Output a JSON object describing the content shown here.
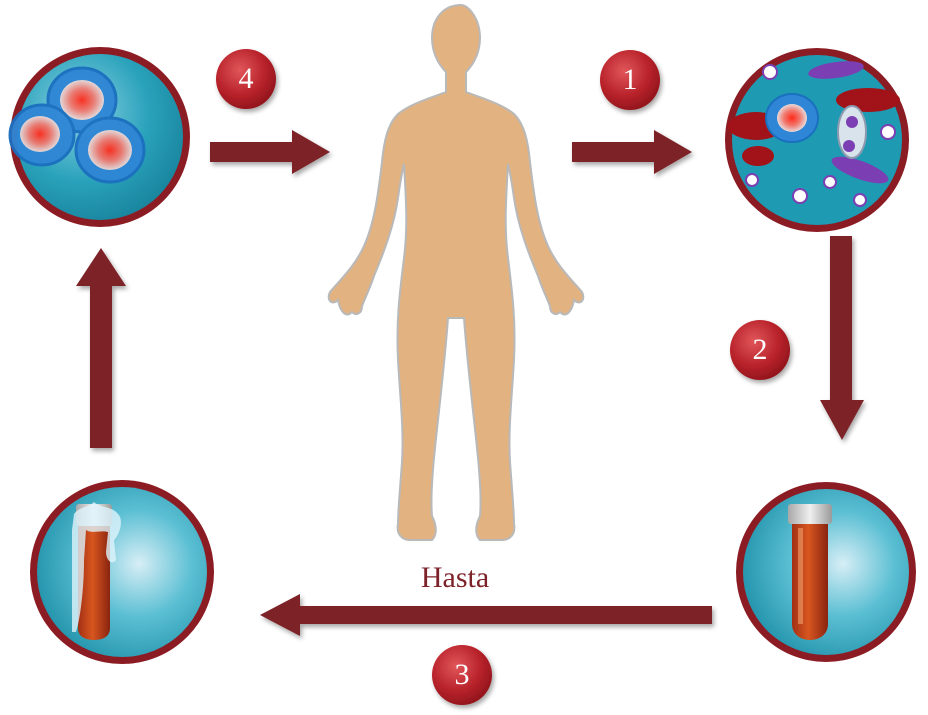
{
  "caption": "Hasta",
  "steps": [
    {
      "number": "1"
    },
    {
      "number": "2"
    },
    {
      "number": "3"
    },
    {
      "number": "4"
    }
  ],
  "colors": {
    "arrow": "#7d2228",
    "badge": "#b8222a",
    "badge_highlight": "#e0565a",
    "circle_border": "#8c1c24",
    "circle_fill": "#1e9ab2",
    "body": "#e3b281",
    "body_outline": "#b9b9b9",
    "caption": "#7d2228"
  },
  "icons": [
    "human-body-silhouette",
    "bone-marrow-cells-icon",
    "blood-tube-icon",
    "frozen-blood-tube-icon",
    "stem-cells-icon"
  ]
}
